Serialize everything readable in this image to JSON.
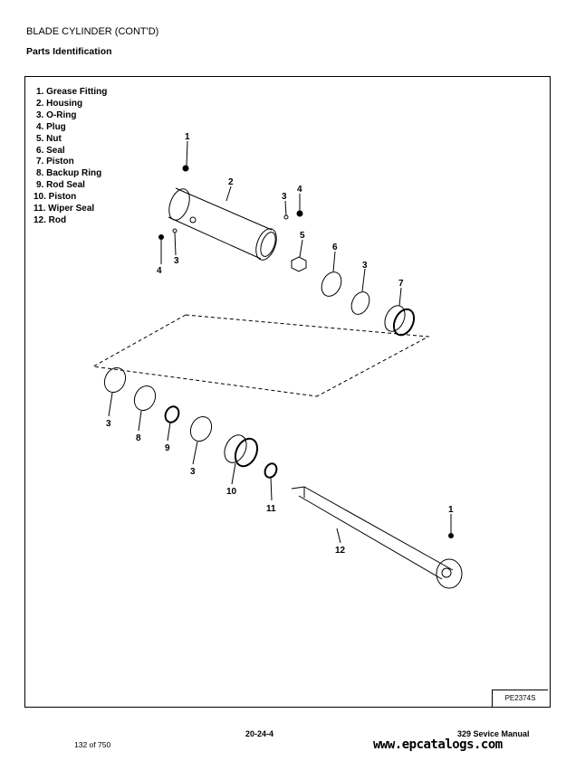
{
  "header": {
    "title": "BLADE CYLINDER (CONT'D)",
    "subtitle": "Parts Identification"
  },
  "legend": [
    "1. Grease Fitting",
    "2. Housing",
    "3. O-Ring",
    "4. Plug",
    "5. Nut",
    "6. Seal",
    "7. Piston",
    "8. Backup Ring",
    "9. Rod Seal",
    "10. Piston",
    "11. Wiper Seal",
    "12. Rod"
  ],
  "callouts": [
    "1",
    "2",
    "3",
    "4",
    "4",
    "3",
    "5",
    "6",
    "3",
    "7",
    "3",
    "8",
    "9",
    "3",
    "10",
    "11",
    "12",
    "1"
  ],
  "figure_code": "PE2374S",
  "footer": {
    "section": "20-24-4",
    "manual": "329 Sevice Manual",
    "page": "132 of 750",
    "url": "www.epcatalogs.com"
  }
}
